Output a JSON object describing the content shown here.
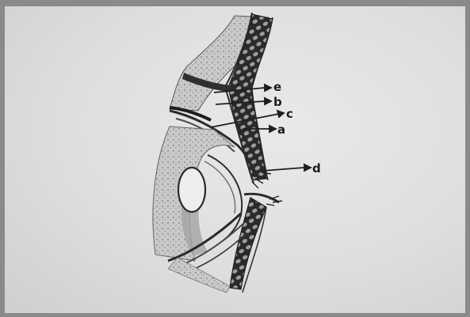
{
  "figure": {
    "labels": [
      {
        "id": "e",
        "text": "e"
      },
      {
        "id": "b",
        "text": "b"
      },
      {
        "id": "c",
        "text": "c"
      },
      {
        "id": "a",
        "text": "a"
      },
      {
        "id": "d",
        "text": "d"
      }
    ]
  }
}
